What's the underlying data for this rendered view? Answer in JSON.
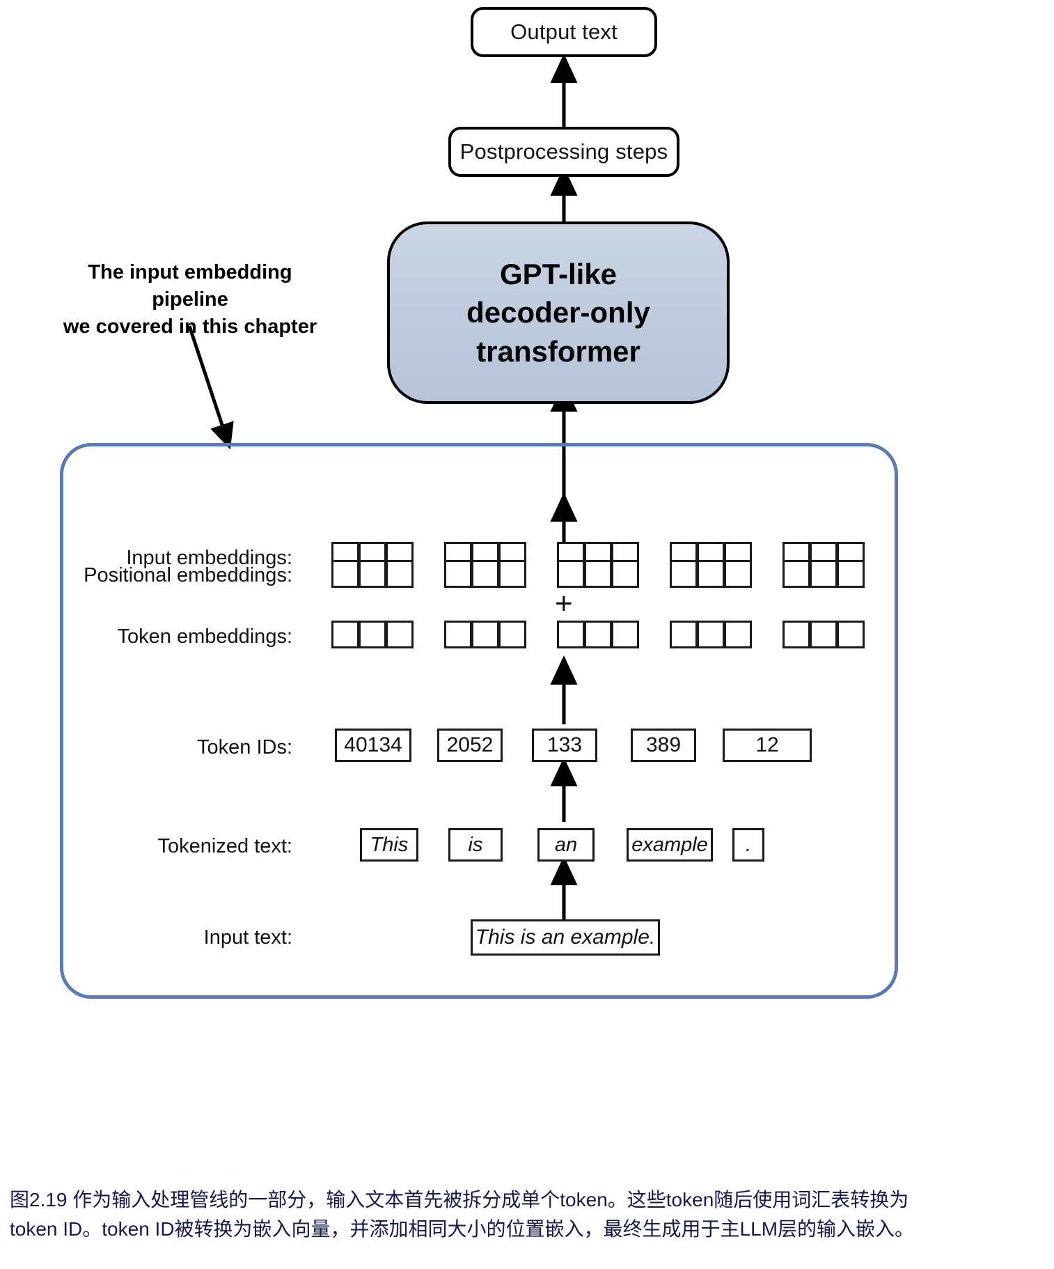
{
  "figure": {
    "output_box": {
      "label": "Output text"
    },
    "postprocessing_box": {
      "label": "Postprocessing steps"
    },
    "transformer_box": {
      "line1": "GPT-like",
      "line2": "decoder-only",
      "line3": "transformer",
      "fill_color": "#c2cfe1"
    },
    "annotation": {
      "text": "The input embedding pipeline\nwe covered in this chapter"
    },
    "pipeline": {
      "border_color": "#5a7ab3",
      "rows": [
        {
          "label": "Input embeddings:",
          "type": "cells",
          "groups": 5,
          "cells_per_group": 3
        },
        {
          "label": "Positional embeddings:",
          "type": "cells",
          "groups": 5,
          "cells_per_group": 3
        },
        {
          "label": "Token embeddings:",
          "type": "cells",
          "groups": 5,
          "cells_per_group": 3
        },
        {
          "label": "Token IDs:",
          "type": "boxes",
          "values": [
            "40134",
            "2052",
            "133",
            "389",
            "12"
          ]
        },
        {
          "label": "Tokenized text:",
          "type": "boxes",
          "values": [
            "This",
            "is",
            "an",
            "example",
            "."
          ]
        },
        {
          "label": "Input text:",
          "type": "single",
          "values": [
            "This is an example."
          ]
        }
      ],
      "plus_symbol": "+"
    }
  },
  "caption": {
    "line1": "图2.19 作为输入处理管线的一部分，输入文本首先被拆分成单个token。这些token随后使用词汇表转换为",
    "line2": "token ID。token ID被转换为嵌入向量，并添加相同大小的位置嵌入，最终生成用于主LLM层的输入嵌入。",
    "color": "#151a4a"
  },
  "labels": {
    "input_embeddings": "Input embeddings:",
    "positional_embeddings": "Positional embeddings:",
    "token_embeddings": "Token embeddings:",
    "token_ids": "Token IDs:",
    "tokenized_text": "Tokenized text:",
    "input_text": "Input text:"
  },
  "token_ids": {
    "v0": "40134",
    "v1": "2052",
    "v2": "133",
    "v3": "389",
    "v4": "12"
  },
  "tokens": {
    "v0": "This",
    "v1": "is",
    "v2": "an",
    "v3": "example",
    "v4": "."
  },
  "input_text": {
    "value": "This is an example."
  },
  "plus": {
    "symbol": "+"
  }
}
